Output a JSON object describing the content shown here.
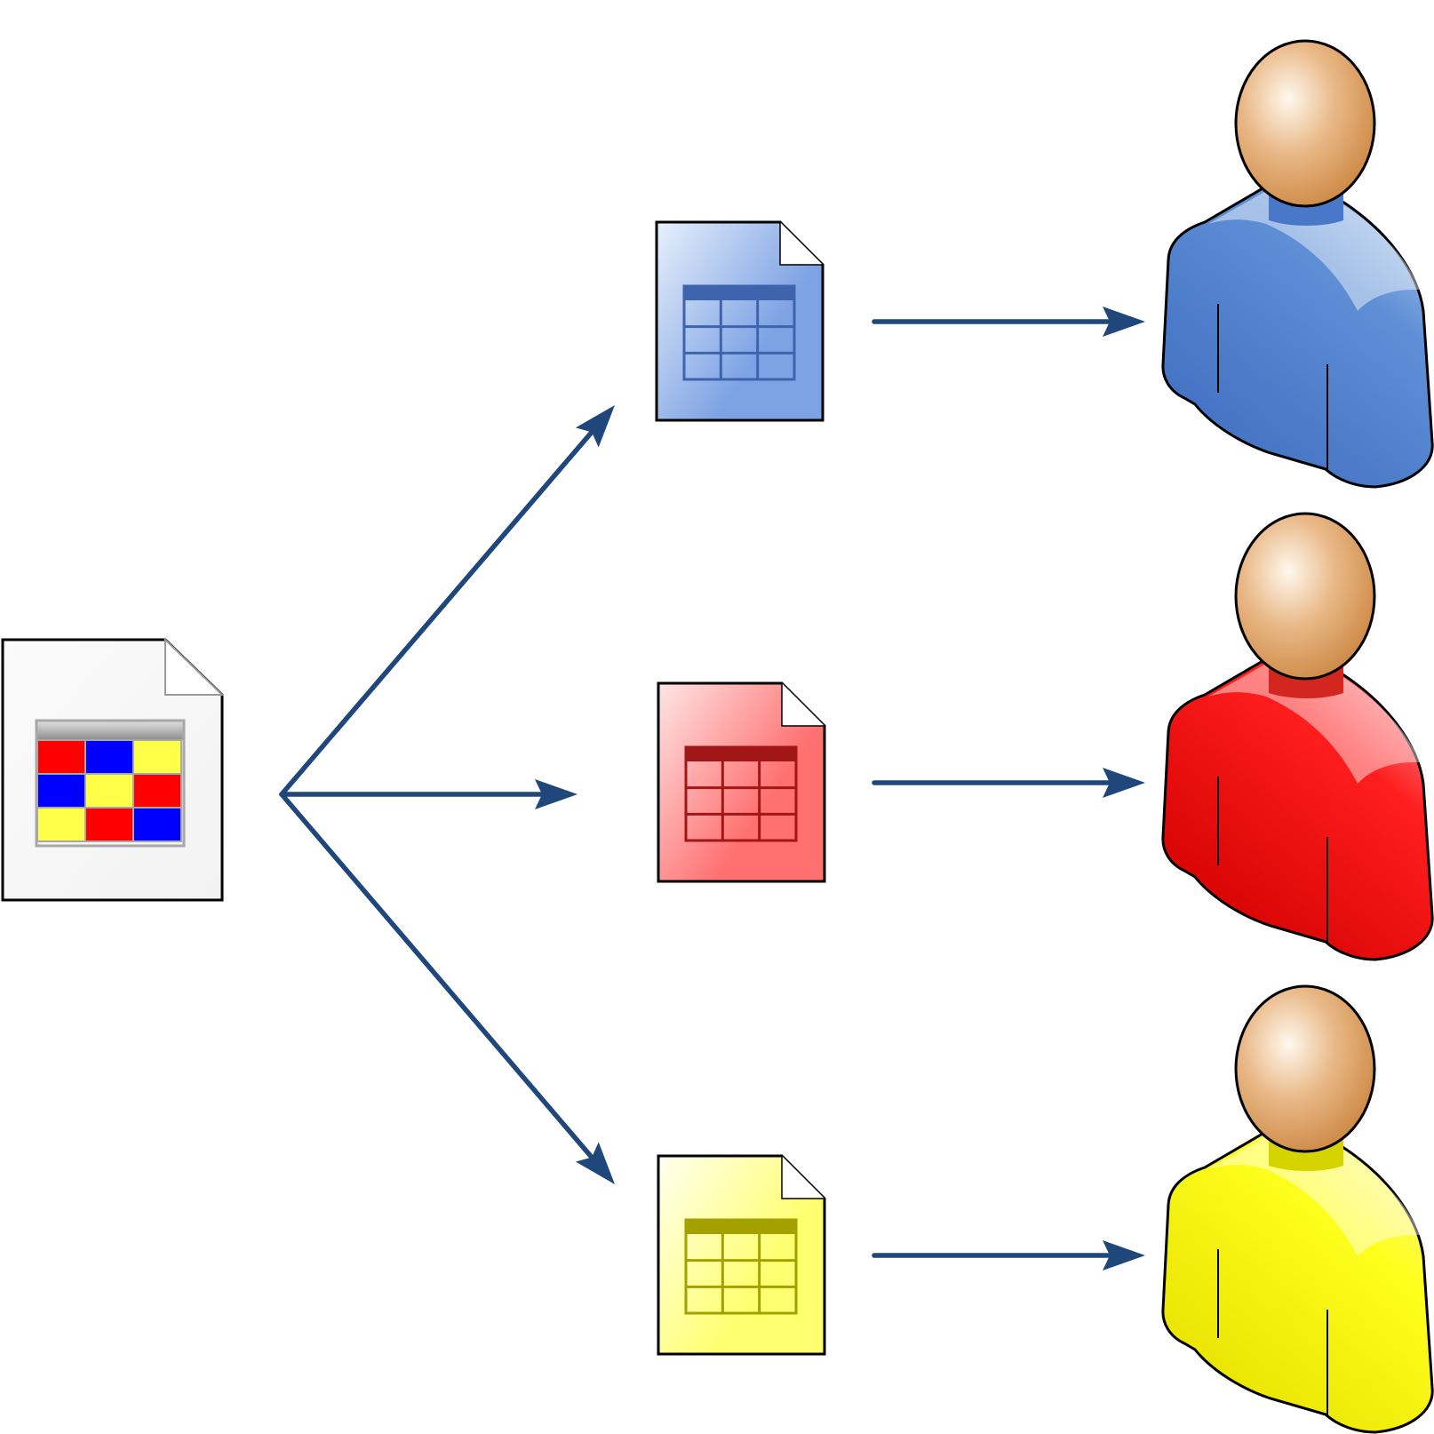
{
  "colors": {
    "arrow": "#1f477c",
    "outline": "#000000",
    "skin_light": "#fff8ee",
    "skin_mid": "#e9b886",
    "skin_dark": "#c9823c"
  },
  "source": {
    "icon": "spreadsheet-document-icon",
    "paper_color": "#f5f5f5",
    "grid_colors": [
      [
        "#ff0000",
        "#0000ff",
        "#ffff4a"
      ],
      [
        "#0000ff",
        "#ffff4a",
        "#ff0000"
      ],
      [
        "#ffff4a",
        "#ff0000",
        "#0000ff"
      ]
    ]
  },
  "branches": [
    {
      "id": "blue",
      "document_icon": "blue-table-document-icon",
      "user_icon": "blue-user-icon",
      "color_light": "#e8f0fc",
      "color_main": "#7ea3e4",
      "color_dark": "#3d64ad",
      "shirt_light": "#bcd3f0",
      "shirt_main": "#5f8fd6",
      "shirt_dark": "#3f6fc0",
      "collar": "#4a78c8"
    },
    {
      "id": "red",
      "document_icon": "red-table-document-icon",
      "user_icon": "red-user-icon",
      "color_light": "#ffe6e6",
      "color_main": "#ff7070",
      "color_dark": "#a11616",
      "shirt_light": "#ffb3bc",
      "shirt_main": "#ff1e1e",
      "shirt_dark": "#d20000",
      "collar": "#d3261e"
    },
    {
      "id": "yellow",
      "document_icon": "yellow-table-document-icon",
      "user_icon": "yellow-user-icon",
      "color_light": "#fffff0",
      "color_main": "#ffff70",
      "color_dark": "#a3a000",
      "shirt_light": "#fff4b0",
      "shirt_main": "#ffff1e",
      "shirt_dark": "#e6e000",
      "collar": "#d6d400"
    }
  ]
}
